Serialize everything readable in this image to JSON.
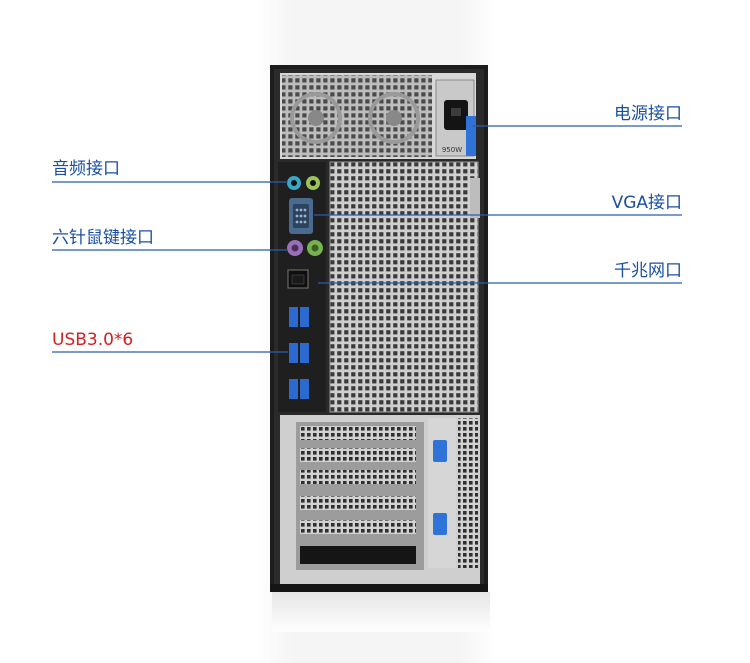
{
  "psu_label": "950W",
  "callouts": {
    "power_port": "电源接口",
    "audio_port": "音频接口",
    "vga_port": "VGA接口",
    "ps2_port": "六针鼠键接口",
    "gigabit_lan": "千兆网口",
    "usb_ports": "USB3.0*6"
  },
  "colors": {
    "callout_text": "#1a4fa3",
    "callout_line": "#2a5db0",
    "usb_highlight": "#d42020",
    "usb_port": "#2d6ad0",
    "tab_blue": "#2f72d8"
  }
}
